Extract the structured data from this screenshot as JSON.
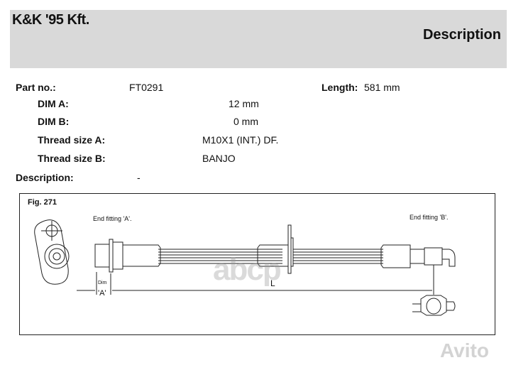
{
  "header": {
    "brand": "K&K '95 Kft.",
    "title": "Description"
  },
  "specs": {
    "part_no_label": "Part no.:",
    "part_no": "FT0291",
    "length_label": "Length:",
    "length": "581 mm",
    "dim_a_label": "DIM A:",
    "dim_a": "12 mm",
    "dim_b_label": "DIM B:",
    "dim_b": "0 mm",
    "thread_a_label": "Thread size A:",
    "thread_a": "M10X1 (INT.) DF.",
    "thread_b_label": "Thread size B:",
    "thread_b": "BANJO",
    "description_label": "Description:",
    "description": "-"
  },
  "figure": {
    "label": "Fig. 271",
    "end_a": "End fitting 'A'.",
    "end_b": "End fitting 'B'.",
    "dim_label": "Dim",
    "dim_a_mark": "'A'",
    "length_mark": "L"
  },
  "watermarks": {
    "center": "abcp",
    "corner": "Avito"
  }
}
